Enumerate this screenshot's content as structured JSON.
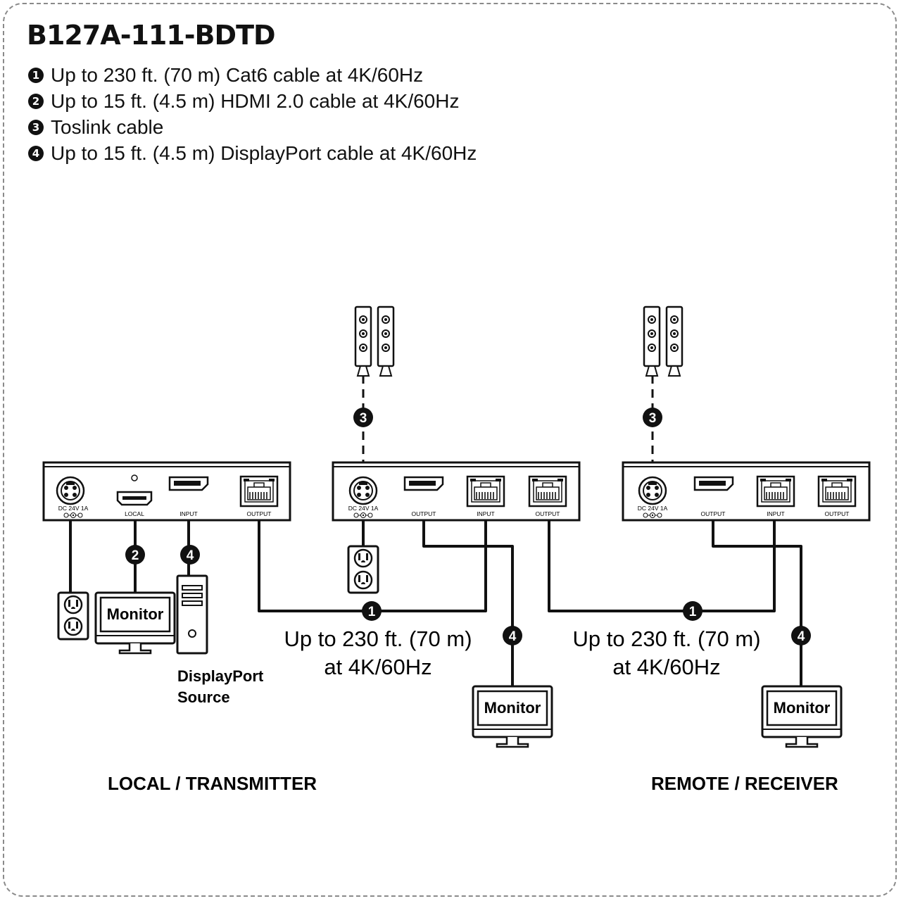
{
  "title": "B127A-111-BDTD",
  "legend": [
    {
      "num": "1",
      "text": "Up to 230 ft. (70 m) Cat6 cable at 4K/60Hz"
    },
    {
      "num": "2",
      "text": "Up to 15 ft. (4.5 m) HDMI 2.0 cable at 4K/60Hz"
    },
    {
      "num": "3",
      "text": "Toslink cable"
    },
    {
      "num": "4",
      "text": "Up to 15 ft. (4.5 m) DisplayPort cable at 4K/60Hz"
    }
  ],
  "port_labels": {
    "dc": "DC 24V  1A",
    "local": "LOCAL",
    "input": "INPUT",
    "output": "OUTPUT"
  },
  "monitor_label": "Monitor",
  "source_label_line1": "DisplayPort",
  "source_label_line2": "Source",
  "cable_note_line1": "Up to 230 ft. (70 m)",
  "cable_note_line2": "at 4K/60Hz",
  "section_local": "LOCAL / TRANSMITTER",
  "section_remote": "REMOTE / RECEIVER",
  "markers": {
    "cat6": "1",
    "hdmi": "2",
    "toslink": "3",
    "displayport": "4"
  }
}
